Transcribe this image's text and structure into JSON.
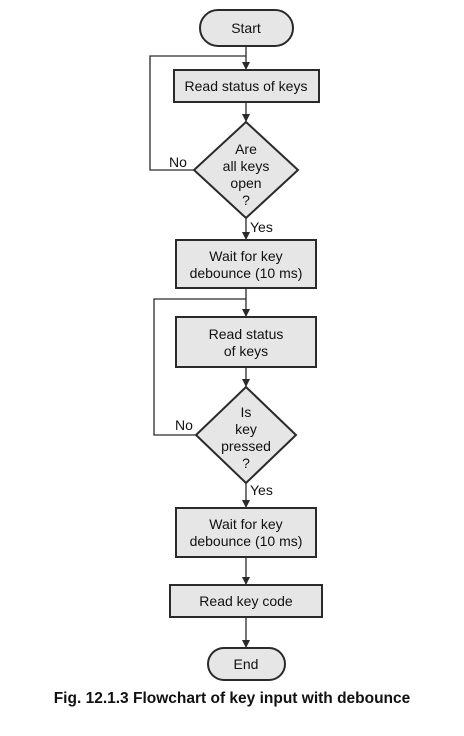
{
  "nodes": {
    "start": "Start",
    "read_keys_1": [
      "Read status of keys"
    ],
    "all_open": [
      "Are",
      "all keys",
      "open",
      "?"
    ],
    "wait_1": [
      "Wait for key",
      "debounce (10 ms)"
    ],
    "read_keys_2": [
      "Read status",
      "of keys"
    ],
    "pressed": [
      "Is",
      "key",
      "pressed",
      "?"
    ],
    "wait_2": [
      "Wait for key",
      "debounce (10 ms)"
    ],
    "read_code": [
      "Read key code"
    ],
    "end": "End"
  },
  "edges": {
    "no_1": "No",
    "yes_1": "Yes",
    "no_2": "No",
    "yes_2": "Yes"
  },
  "caption": "Fig. 12.1.3 Flowchart of key input with debounce",
  "colors": {
    "fill": "#e6e6e6",
    "stroke": "#2a2a2a"
  }
}
